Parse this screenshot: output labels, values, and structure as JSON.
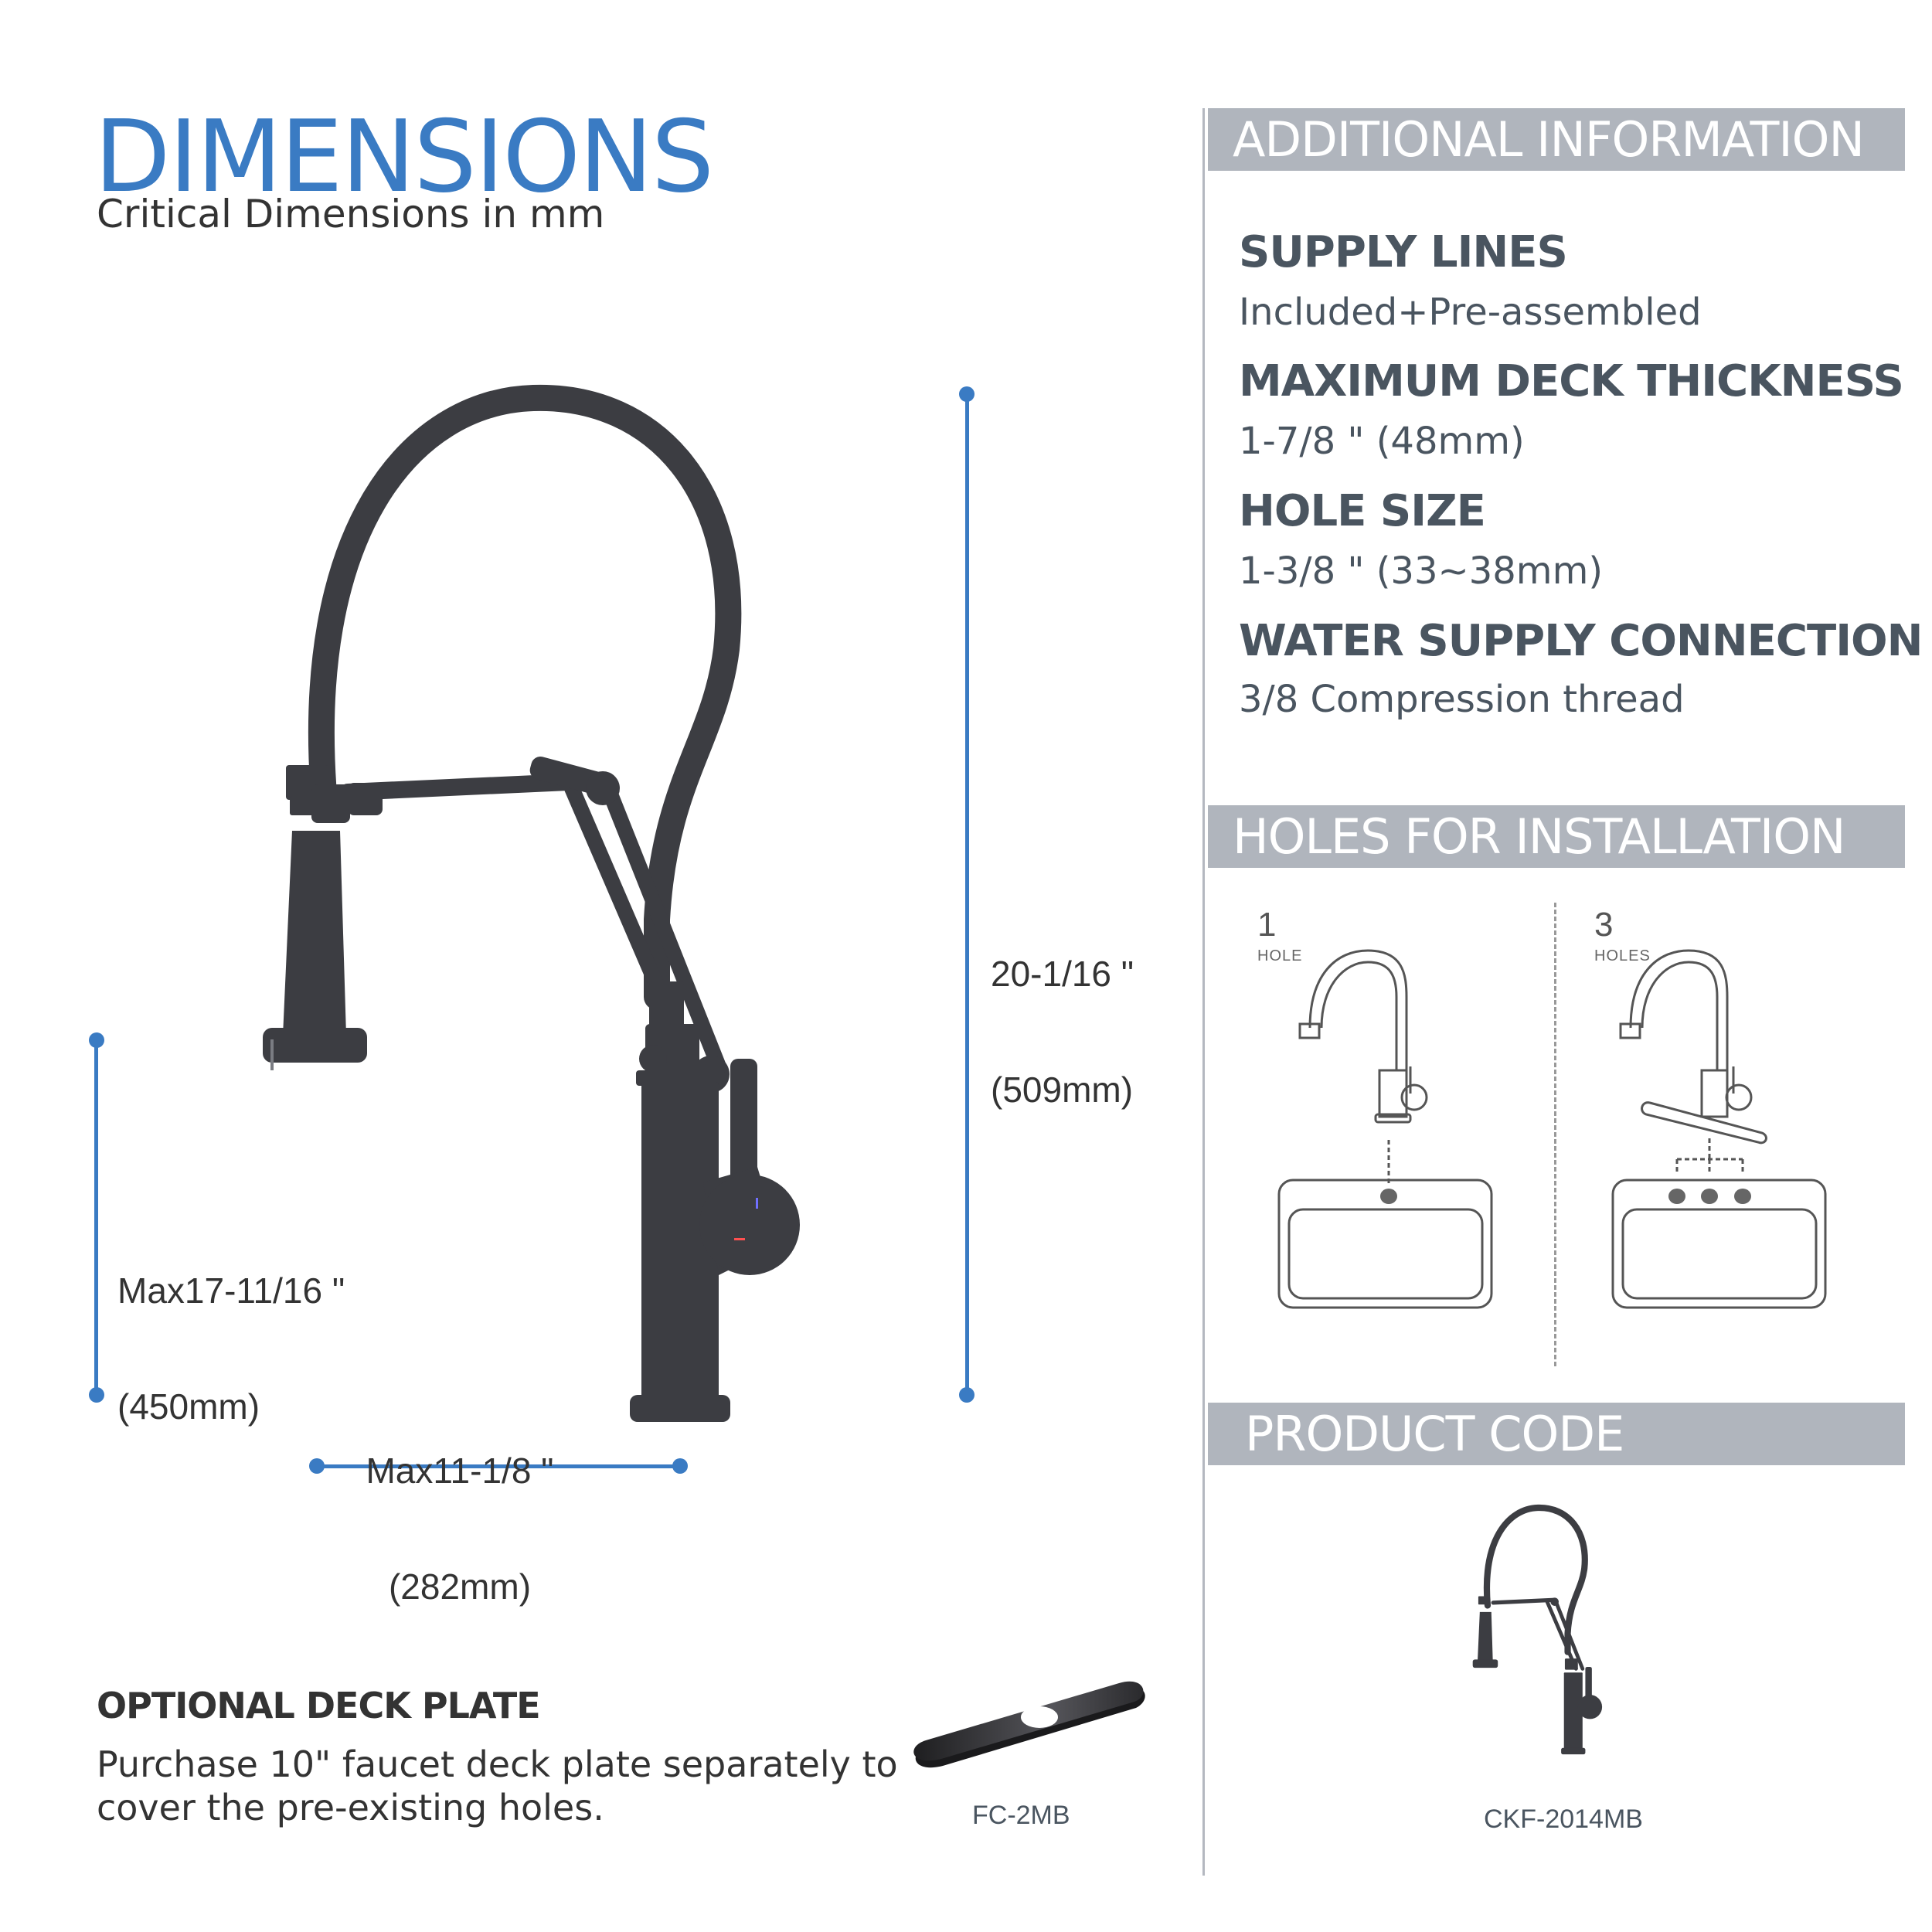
{
  "header": {
    "title": "DIMENSIONS",
    "subtitle": "Critical Dimensions in mm"
  },
  "dimensions": {
    "height_total": {
      "line1": "20-1/16 \"",
      "line2": "(509mm)"
    },
    "height_max_spout": {
      "line1": "Max17-11/16 \"",
      "line2": "(450mm)"
    },
    "reach": {
      "line1": "Max11-1/8 \"",
      "line2": "(282mm)"
    }
  },
  "deck_plate": {
    "heading": "OPTIONAL DECK PLATE",
    "description": "Purchase 10\" faucet deck plate separately to cover the pre-existing holes.",
    "code": "FC-2MB"
  },
  "additional_info": {
    "title": "ADDITIONAL INFORMATION",
    "specs": [
      {
        "label": "SUPPLY LINES",
        "value": "Included+Pre-assembled"
      },
      {
        "label": "MAXIMUM DECK THICKNESS",
        "value": "1-7/8 \" (48mm)"
      },
      {
        "label": "HOLE SIZE",
        "value": "1-3/8 \" (33~38mm)"
      },
      {
        "label": "WATER SUPPLY CONNECTION",
        "value": "3/8 Compression thread"
      }
    ]
  },
  "holes": {
    "title": "HOLES FOR INSTALLATION",
    "options": [
      {
        "count": "1",
        "label": "HOLE"
      },
      {
        "count": "3",
        "label": "HOLES"
      }
    ]
  },
  "product": {
    "title": "PRODUCT CODE",
    "code": "CKF-2014MB"
  },
  "colors": {
    "accent_blue": "#3a7bc3",
    "header_bar_gray": "#b0b5bd",
    "spec_text": "#4a5560",
    "faucet_finish": "#3c3d42"
  }
}
